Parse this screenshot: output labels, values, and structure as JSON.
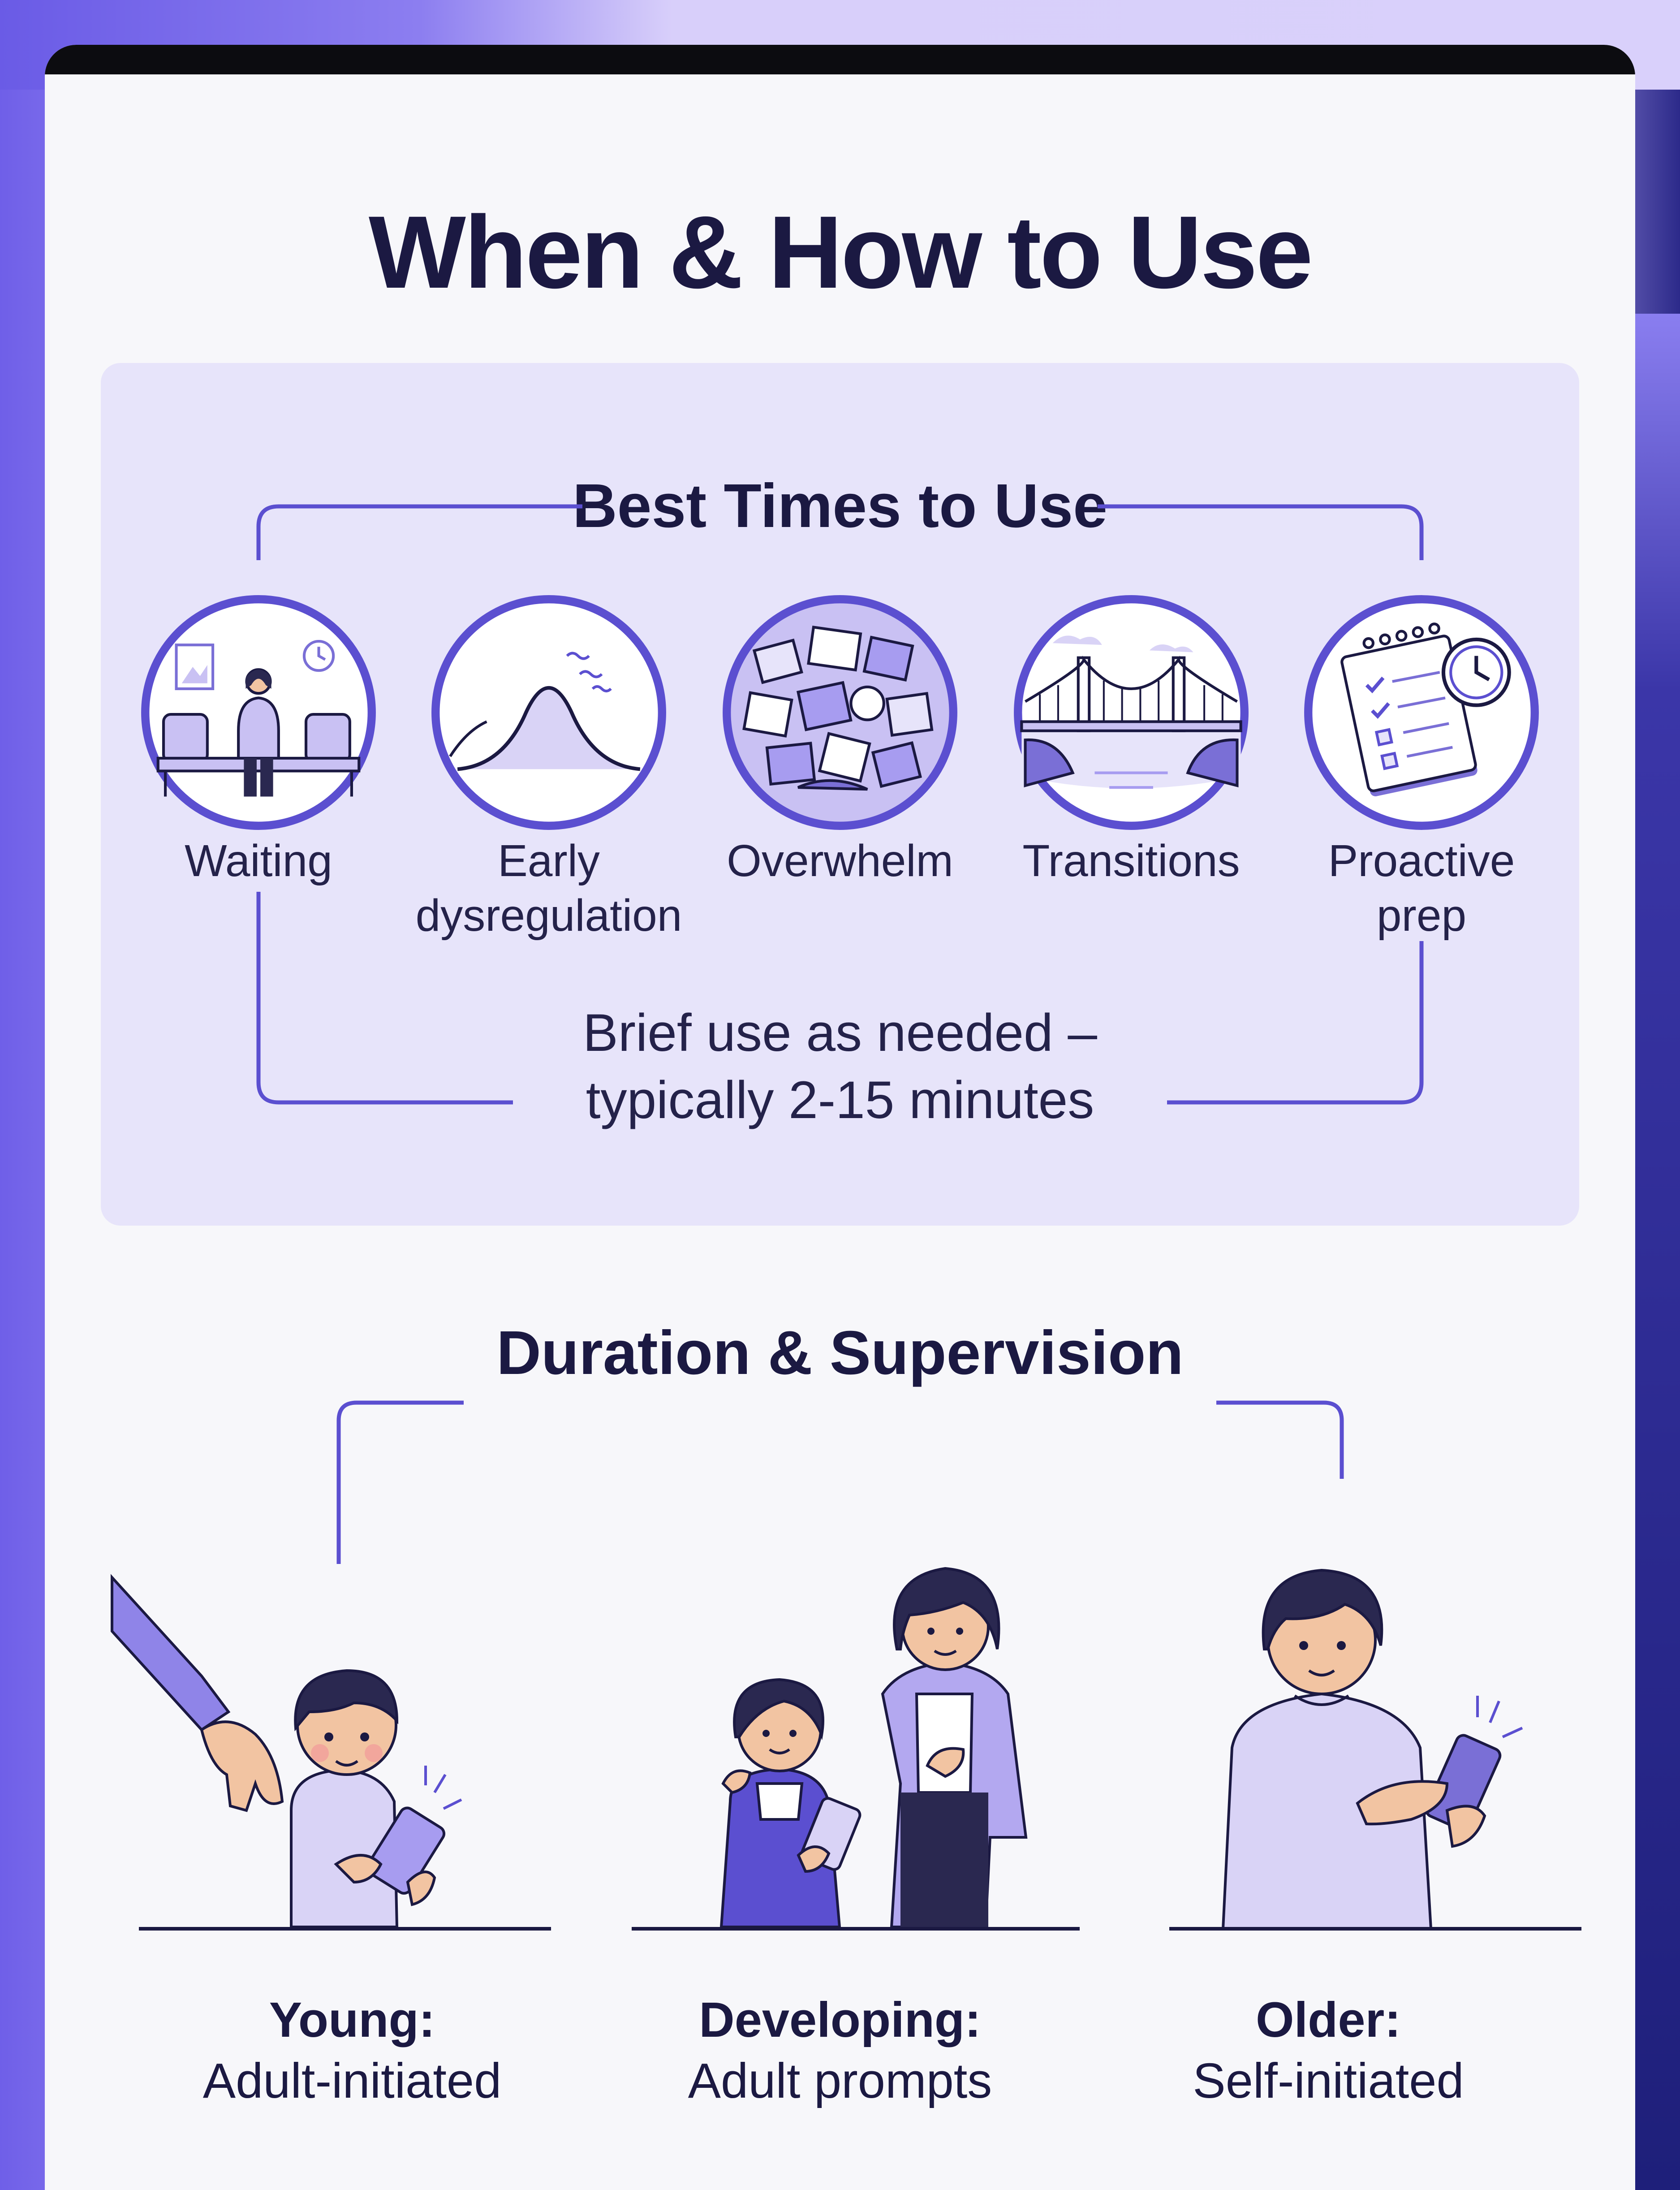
{
  "page_title": "When & How to Use",
  "best_times": {
    "title": "Best Times to Use",
    "items": [
      {
        "label_lines": [
          "Waiting"
        ],
        "icon": "waiting-room-icon"
      },
      {
        "label_lines": [
          "Early",
          "dysregulation"
        ],
        "icon": "rising-curve-icon"
      },
      {
        "label_lines": [
          "Overwhelm"
        ],
        "icon": "scattered-papers-icon"
      },
      {
        "label_lines": [
          "Transitions"
        ],
        "icon": "bridge-icon"
      },
      {
        "label_lines": [
          "Proactive",
          "prep"
        ],
        "icon": "checklist-clock-icon"
      }
    ],
    "note_lines": [
      "Brief use as needed –",
      "typically 2-15 minutes"
    ]
  },
  "duration": {
    "title": "Duration & Supervision",
    "stages": [
      {
        "bold": "Young:",
        "text": "Adult-initiated",
        "icon": "young-child-with-adult-hand-icon"
      },
      {
        "bold": "Developing:",
        "text": "Adult prompts",
        "icon": "child-with-adult-icon"
      },
      {
        "bold": "Older:",
        "text": "Self-initiated",
        "icon": "older-child-with-phone-icon"
      }
    ]
  },
  "colors": {
    "accent": "#5b4fd0",
    "accent_light": "#c9c1f3",
    "panel_bg": "#e7e4fa",
    "card_bg": "#f7f7fa",
    "title_text": "#1b1942"
  }
}
